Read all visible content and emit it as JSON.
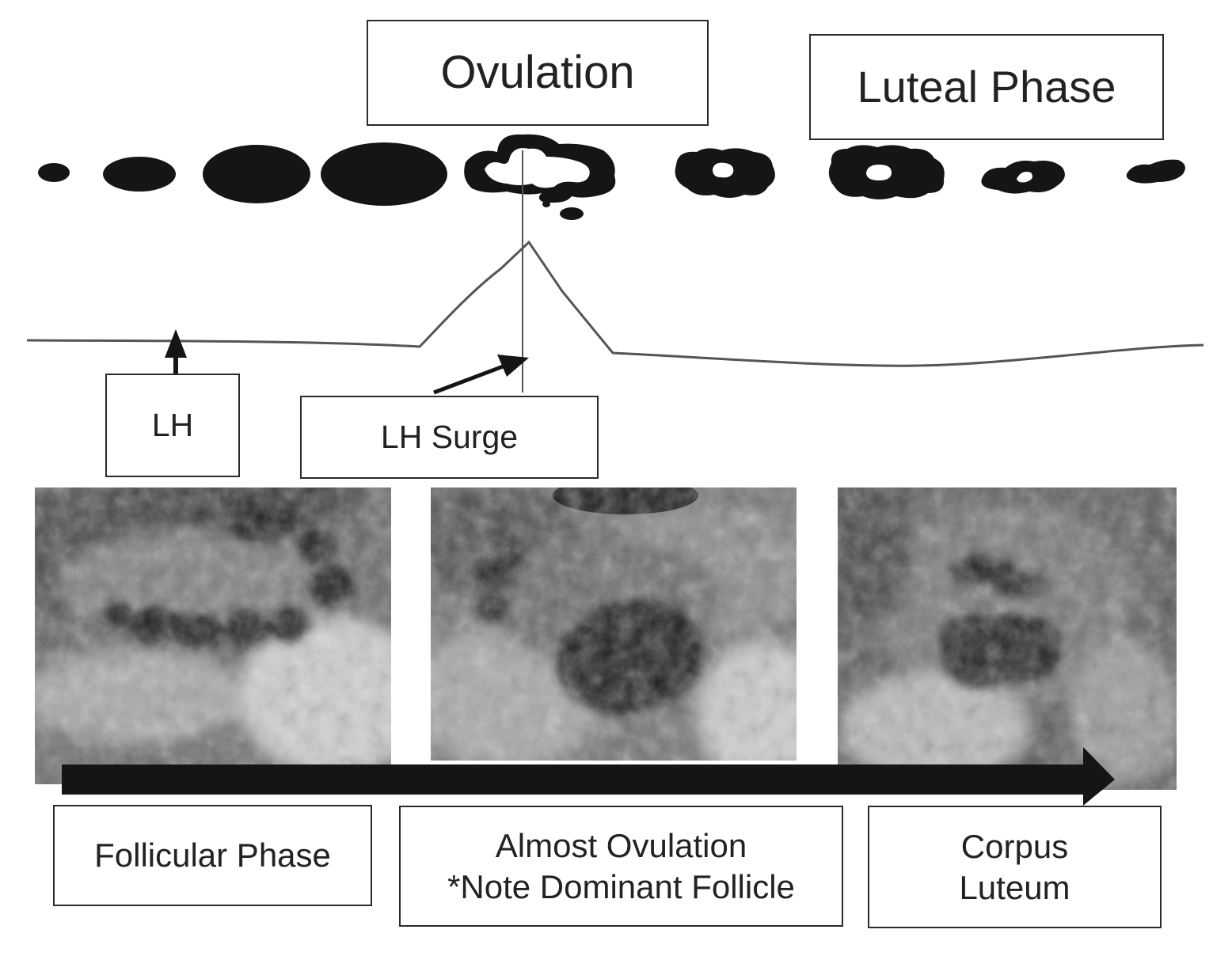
{
  "labels": {
    "ovulation": "Ovulation",
    "luteal_phase": "Luteal Phase",
    "lh": "LH",
    "lh_surge": "LH Surge",
    "follicular_phase": "Follicular Phase",
    "almost_ovulation_line1": "Almost Ovulation",
    "almost_ovulation_line2": "*Note Dominant Follicle",
    "corpus_luteum_line1": "Corpus",
    "corpus_luteum_line2": "Luteum"
  },
  "follicle_stages": [
    {
      "stage": "primordial-follicle"
    },
    {
      "stage": "primary-follicle"
    },
    {
      "stage": "secondary-follicle"
    },
    {
      "stage": "dominant-follicle"
    },
    {
      "stage": "rupturing-follicle"
    },
    {
      "stage": "corpus-luteum-early"
    },
    {
      "stage": "corpus-luteum-mature"
    },
    {
      "stage": "corpus-luteum-regressing"
    },
    {
      "stage": "corpus-albicans"
    }
  ],
  "ultrasound_panels": [
    {
      "depicts": "follicular-phase-ovary"
    },
    {
      "depicts": "dominant-follicle-ovary"
    },
    {
      "depicts": "corpus-luteum-ovary"
    }
  ],
  "colors": {
    "ink": "#151515",
    "line": "#555555",
    "box_border": "#2a2a2a"
  }
}
